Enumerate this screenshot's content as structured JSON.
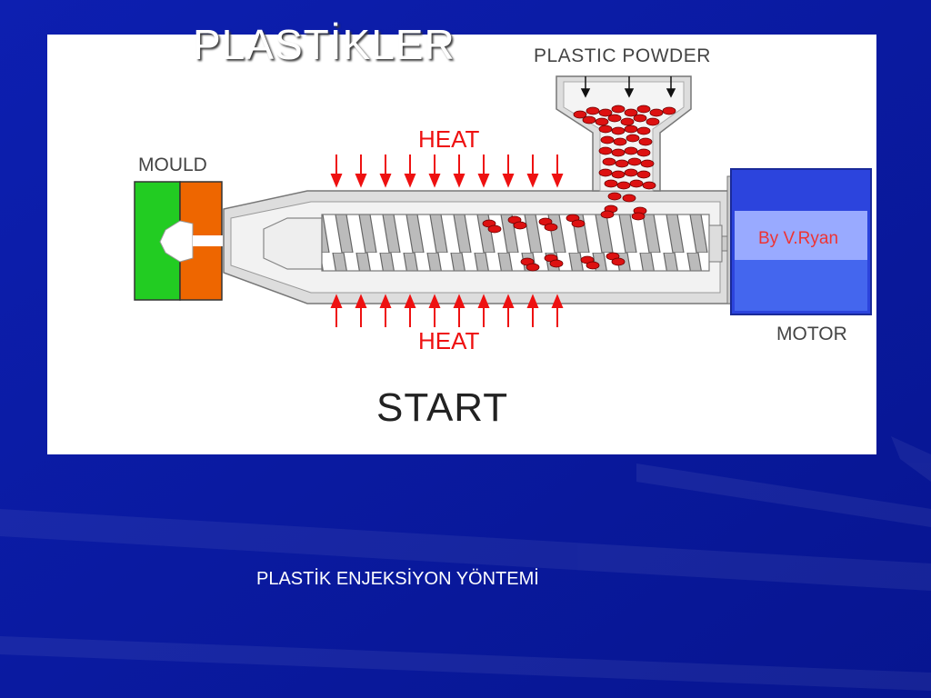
{
  "slide": {
    "title": "PLASTİKLER",
    "caption": "PLASTİK ENJEKSİYON YÖNTEMİ"
  },
  "diagram": {
    "plastic_powder": "PLASTIC POWDER",
    "mould": "MOULD",
    "heat_top": "HEAT",
    "heat_bottom": "HEAT",
    "credit": "By V.Ryan",
    "motor": "MOTOR",
    "start": "START"
  },
  "colors": {
    "background": "#0a1a9c",
    "mould_green": "#22cc22",
    "mould_orange": "#ee6600",
    "motor_blue": "#3355ee",
    "heat_red": "#ee1111",
    "pellet_red": "#dd1111"
  }
}
